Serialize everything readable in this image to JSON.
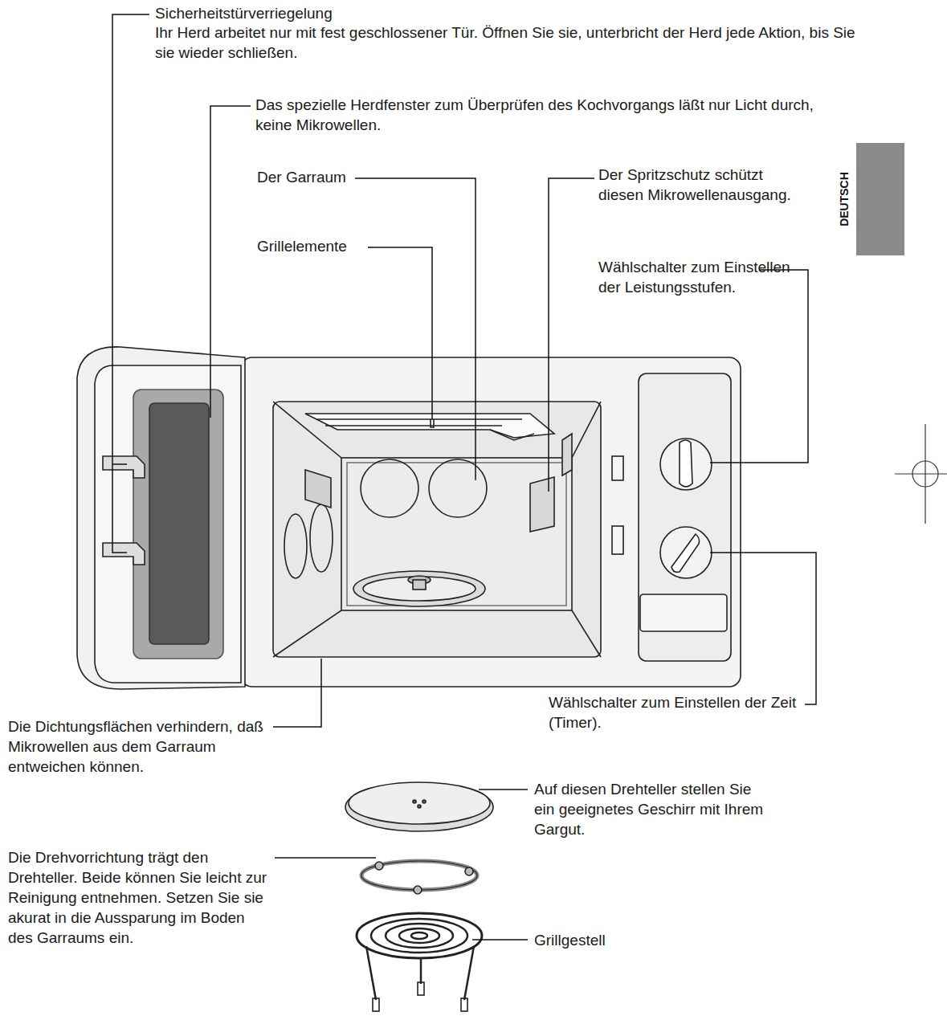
{
  "diagram": {
    "nodes": [
      {
        "text": [
          "DEUTSCH"
        ]
      }
    ],
    "labels": [
      "Sicherheitstürverriegelung",
      "Ihr Herd arbeitet nur mit fest geschlossener Tür. Öffnen Sie sie, unterbricht der Herd jede Aktion, bis Sie sie wieder schließen.",
      "Das spezielle Herdfenster zum Überprüfen des Kochvorgangs läßt nur Licht durch, keine Mikrowellen.",
      "Der Garraum",
      "Grillelemente",
      "Der Spritzschutz schützt diesen Mikrowellenausgang.",
      "Wählschalter zum Einstellen der Leistungsstufen.",
      "Die Dichtungsflächen verhindern, daß Mikrowellen aus dem Garraum entweichen können.",
      "Wählschalter zum Einstellen der Zeit (Timer).",
      "Auf diesen Drehteller stellen Sie ein geeignetes Geschirr mit Ihrem Gargut.",
      "Die Drehvorrichtung trägt den Drehteller. Beide können Sie leicht zur Reinigung entnehmen. Setzen Sie sie akurat in die Aussparung im Boden des Garraums ein.",
      "Grillgestell"
    ]
  }
}
